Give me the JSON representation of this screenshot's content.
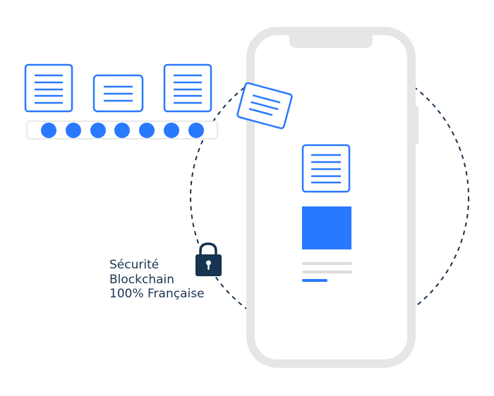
{
  "caption": {
    "line1": "Sécurité",
    "line2": "Blockchain",
    "line3": "100% Française"
  },
  "colors": {
    "accent": "#2979ff",
    "dark": "#16334f",
    "phone": "#e6e6e6",
    "line": "#dcdcdc"
  },
  "icons": [
    "document-icon",
    "lock-icon",
    "phone-icon"
  ],
  "chain_block_count": 7
}
